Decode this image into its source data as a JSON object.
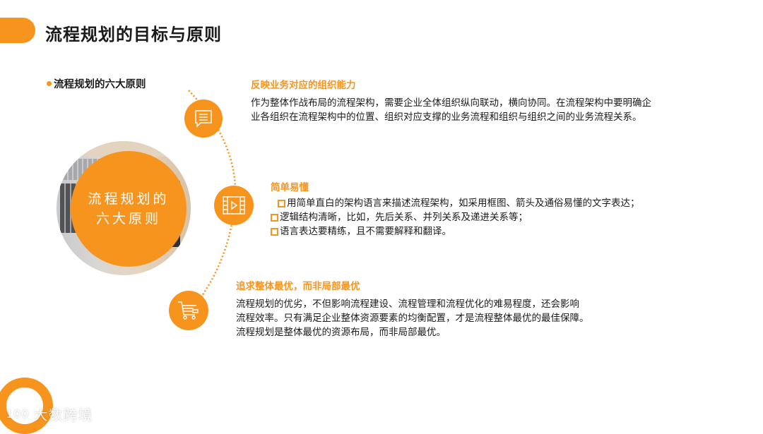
{
  "page": {
    "title": "流程规划的目标与原则",
    "subtitle": "流程规划的六大原则",
    "center_label_line1": "流程规划的",
    "center_label_line2": "六大原则"
  },
  "icons": [
    "chat-icon",
    "film-play-icon",
    "shopping-cart-icon"
  ],
  "sections": [
    {
      "title": "反映业务对应的组织能力",
      "body": "作为整体作战布局的流程架构，需要企业全体组织纵向联动，横向协同。在流程架构中要明确企业各组织在流程架构中的位置、组织对应支撑的业务流程和组织与组织之间的业务流程关系。"
    },
    {
      "title": "简单易懂",
      "bullets": [
        "用简单直白的架构语言来描述流程架构，如采用框图、箭头及通俗易懂的文字表达；",
        "逻辑结构清晰，比如，先后关系、并列关系及递进关系等；",
        "语言表达要精练，且不需要解释和翻译。"
      ]
    },
    {
      "title": "追求整体最优，而非局部最优",
      "body_lines": [
        "流程规划的优劣，不但影响流程建设、流程管理和流程优化的难易程度，还会影响",
        "流程效率。只有满足企业整体资源要素的均衡配置，才是流程整体最优的最佳保障。",
        "流程规划是整体最优的资源布局，而非局部最优。"
      ]
    }
  ],
  "watermark": {
    "logo": "100",
    "text": "大数跨境"
  },
  "colors": {
    "accent": "#f7941d",
    "text": "#1a1a1a"
  }
}
